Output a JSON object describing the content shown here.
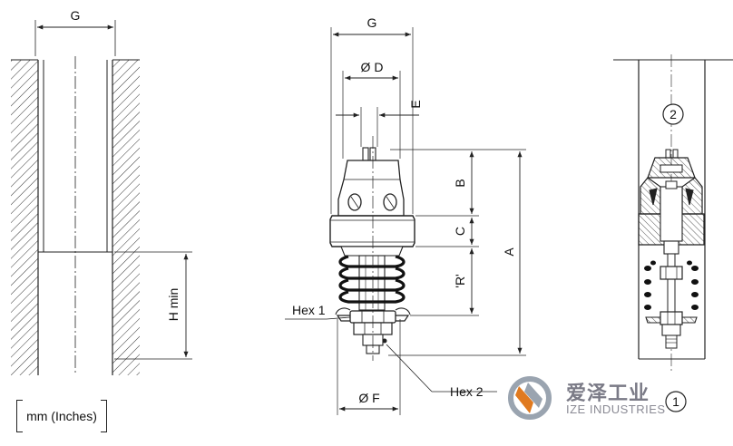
{
  "labels": {
    "g_left": "G",
    "h_min": "H min",
    "g_center": "G",
    "diam_d": "Ø D",
    "e": "E",
    "b": "B",
    "c": "C",
    "r": "'R'",
    "a": "A",
    "hex1": "Hex 1",
    "hex2": "Hex 2",
    "diam_f": "Ø F",
    "circle_2": "2",
    "circle_1": "1"
  },
  "units": "mm (Inches)",
  "brand": {
    "name_cn": "爱泽工业",
    "name_en": "IZE INDUSTRIES",
    "colors": {
      "logo_ring": "#9aa4b0",
      "logo_accent": "#e07a20"
    }
  },
  "colors": {
    "line": "#222222",
    "spring": "#111111"
  }
}
